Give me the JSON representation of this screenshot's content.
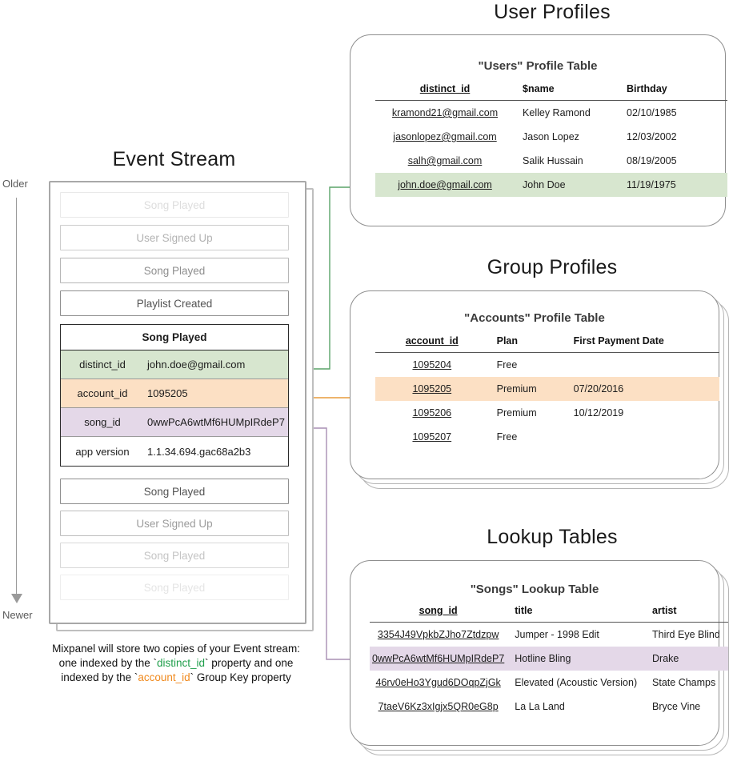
{
  "sections": {
    "event_stream_title": "Event Stream",
    "user_profiles_title": "User Profiles",
    "group_profiles_title": "Group Profiles",
    "lookup_tables_title": "Lookup Tables"
  },
  "axis": {
    "older": "Older",
    "newer": "Newer"
  },
  "event_stream": {
    "events_above": [
      {
        "label": "Song Played",
        "opacity": 0.18
      },
      {
        "label": "User Signed Up",
        "opacity": 0.42
      },
      {
        "label": "Song Played",
        "opacity": 0.62
      },
      {
        "label": "Playlist Created",
        "opacity": 0.95
      }
    ],
    "focused_event": {
      "name": "Song Played",
      "properties": [
        {
          "key": "distinct_id",
          "value": "john.doe@gmail.com",
          "highlight": "green"
        },
        {
          "key": "account_id",
          "value": "1095205",
          "highlight": "orange"
        },
        {
          "key": "song_id",
          "value": "0wwPcA6wtMf6HUMpIRdeP7",
          "highlight": "purple"
        },
        {
          "key": "app version",
          "value": "1.1.34.694.gac68a2b3",
          "highlight": "none"
        }
      ]
    },
    "events_below": [
      {
        "label": "Song Played",
        "opacity": 0.95
      },
      {
        "label": "User Signed Up",
        "opacity": 0.55
      },
      {
        "label": "Song Played",
        "opacity": 0.32
      },
      {
        "label": "Song Played",
        "opacity": 0.14
      }
    ],
    "caption": {
      "line1": "Mixpanel will store two copies of your Event stream:",
      "line2_before": "one indexed by the `",
      "line2_keyword": "distinct_id",
      "line2_after": "` property and one",
      "line3_before": "indexed by the `",
      "line3_keyword": "account_id",
      "line3_after": "` Group Key property"
    }
  },
  "users_table": {
    "title": "\"Users\" Profile Table",
    "headers": [
      "distinct_id",
      "$name",
      "Birthday"
    ],
    "rows": [
      {
        "cells": [
          "kramond21@gmail.com",
          "Kelley Ramond",
          "02/10/1985"
        ],
        "highlight": "none"
      },
      {
        "cells": [
          "jasonlopez@gmail.com",
          "Jason Lopez",
          "12/03/2002"
        ],
        "highlight": "none"
      },
      {
        "cells": [
          "salh@gmail.com",
          "Salik Hussain",
          "08/19/2005"
        ],
        "highlight": "none"
      },
      {
        "cells": [
          "john.doe@gmail.com",
          "John Doe",
          "11/19/1975"
        ],
        "highlight": "green"
      }
    ]
  },
  "accounts_table": {
    "title": "\"Accounts\" Profile Table",
    "headers": [
      "account_id",
      "Plan",
      "First Payment Date"
    ],
    "rows": [
      {
        "cells": [
          "1095204",
          "Free",
          ""
        ],
        "highlight": "none"
      },
      {
        "cells": [
          "1095205",
          "Premium",
          "07/20/2016"
        ],
        "highlight": "orange"
      },
      {
        "cells": [
          "1095206",
          "Premium",
          "10/12/2019"
        ],
        "highlight": "none"
      },
      {
        "cells": [
          "1095207",
          "Free",
          ""
        ],
        "highlight": "none"
      }
    ]
  },
  "songs_table": {
    "title": "\"Songs\" Lookup Table",
    "headers": [
      "song_id",
      "title",
      "artist"
    ],
    "rows": [
      {
        "cells": [
          "3354J49VpkbZJho7Ztdzpw",
          "Jumper - 1998 Edit",
          "Third Eye Blind"
        ],
        "highlight": "none"
      },
      {
        "cells": [
          "0wwPcA6wtMf6HUMpIRdeP7",
          "Hotline Bling",
          "Drake"
        ],
        "highlight": "purple"
      },
      {
        "cells": [
          "46rv0eHo3Ygud6DOqpZjGk",
          "Elevated (Acoustic Version)",
          "State Champs"
        ],
        "highlight": "none"
      },
      {
        "cells": [
          "7taeV6Kz3xIgjx5QR0eG8p",
          "La La Land",
          "Bryce Vine"
        ],
        "highlight": "none"
      }
    ]
  },
  "colors": {
    "green_highlight": "#d7e6cf",
    "orange_highlight": "#fce0c4",
    "purple_highlight": "#e4d8e8",
    "green_arrow": "#5aa469",
    "orange_arrow": "#e89c3c",
    "purple_arrow": "#a98fb4",
    "card_border": "#8e8e8e"
  }
}
